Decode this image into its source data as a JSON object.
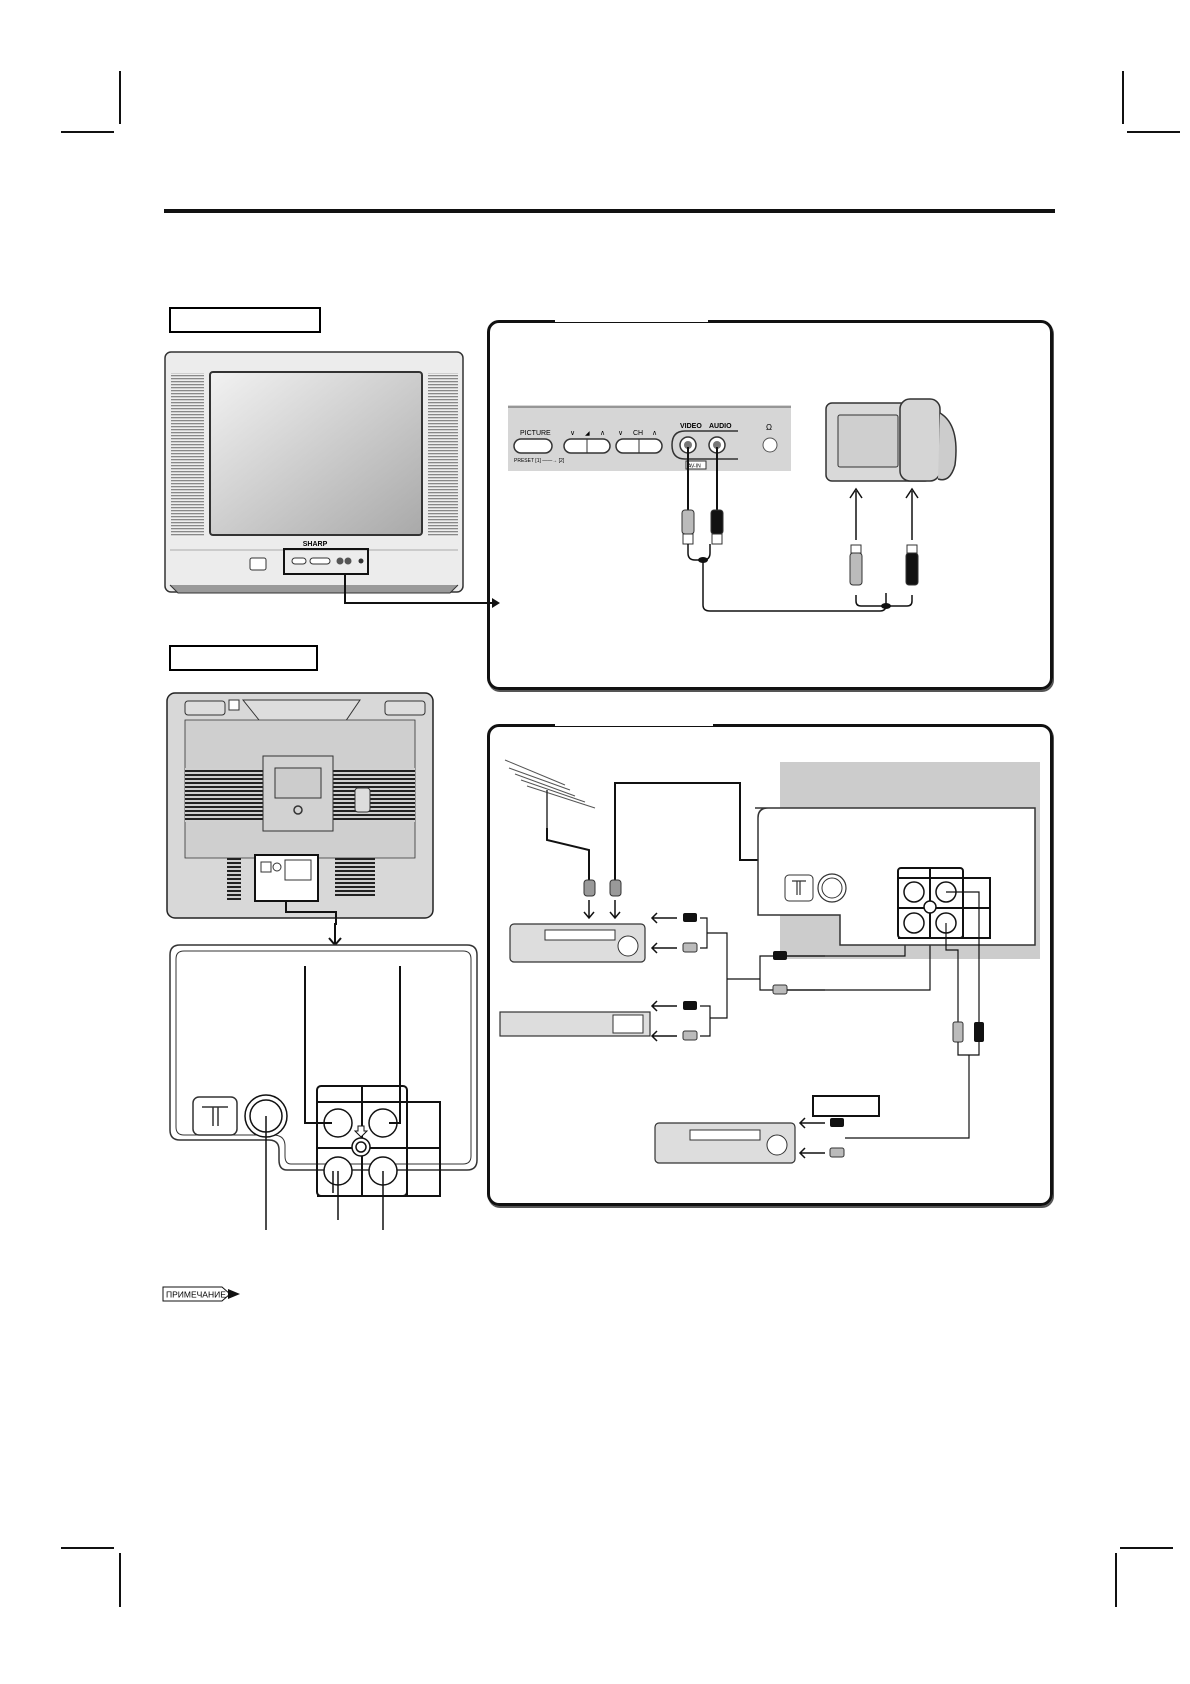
{
  "page": {
    "brand": "SHARP",
    "front_view_label": "",
    "rear_view_label": "",
    "top_panel_title": "",
    "bottom_panel_title": "",
    "vcr_label": "",
    "note_badge": "ПРИМЕЧАНИЕ"
  },
  "front_panel": {
    "picture_label": "PICTURE",
    "preset_label": "PRESET [1] ——→ [2]",
    "volume_label": "◢",
    "ch_label": "CH",
    "video_label": "VIDEO",
    "audio_label": "AUDIO",
    "av_in_label": "AV-IN",
    "headphone_icon": "Ω"
  },
  "colors": {
    "ink": "#111111",
    "panel_gray": "#d9d9d9",
    "highlight_gray": "#cccccc",
    "plug_gray": "#bbbbbb",
    "plug_black": "#111111"
  }
}
